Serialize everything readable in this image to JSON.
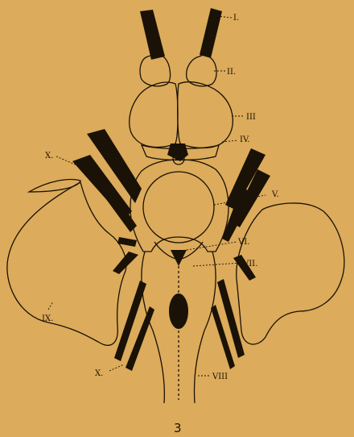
{
  "figure_number": "3",
  "labels": {
    "l1": "I.",
    "l2": "II.",
    "l3": "III",
    "l4": "IV.",
    "l5": "V.",
    "l6": "VI.",
    "l7": "VII.",
    "l8": "VIII",
    "l9": "IX.",
    "l10_top": "X.",
    "l10_bottom": "X."
  },
  "colors": {
    "background": "#dcab5b",
    "ink": "#1a1206"
  }
}
